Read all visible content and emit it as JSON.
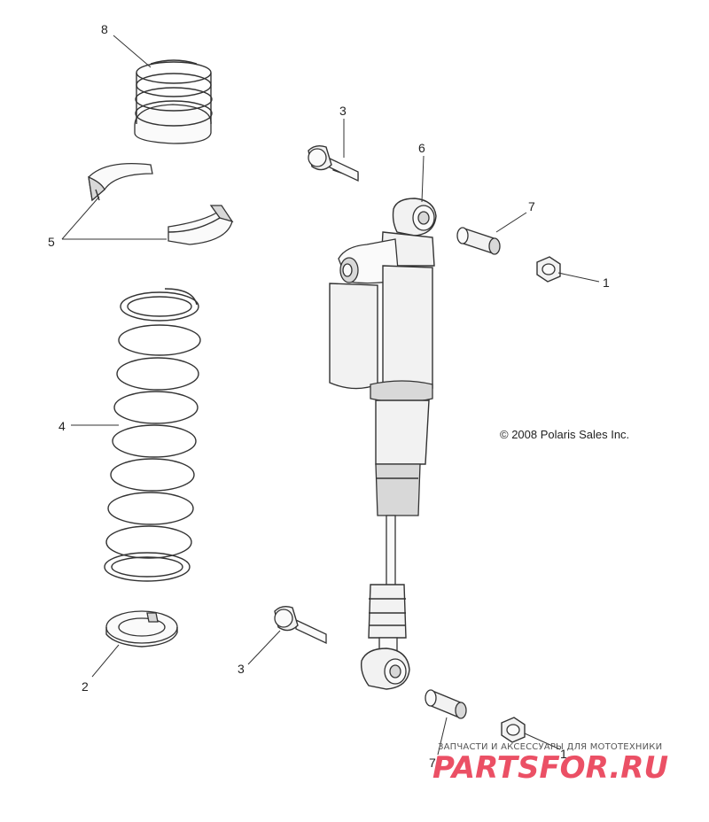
{
  "callouts": {
    "c1a": "1",
    "c1b": "1",
    "c2": "2",
    "c3a": "3",
    "c3b": "3",
    "c4": "4",
    "c5": "5",
    "c6": "6",
    "c7a": "7",
    "c7b": "7",
    "c8": "8"
  },
  "copyright": "© 2008 Polaris Sales Inc.",
  "watermark": {
    "tagline": "ЗАПЧАСТИ И АКСЕССУАРЫ ДЛЯ МОТОТЕХНИКИ",
    "logo": "PARTSFOR.RU",
    "logo_colors": {
      "primary": "#e8314a",
      "secondary": "#9a9a9a"
    }
  }
}
